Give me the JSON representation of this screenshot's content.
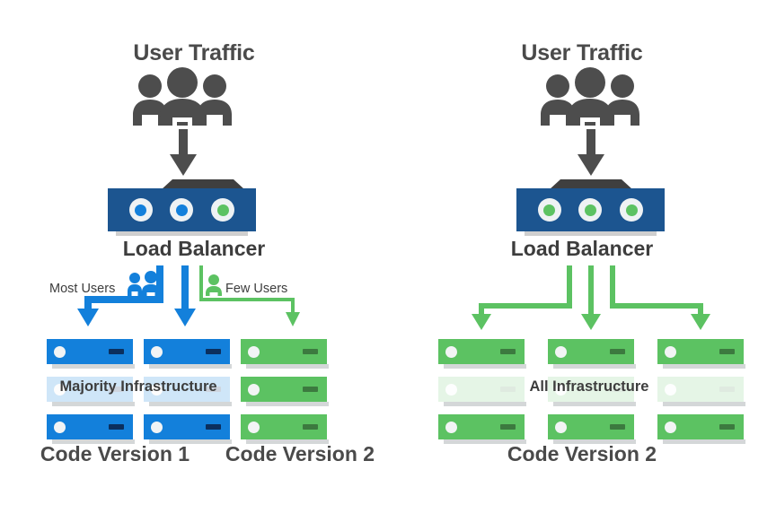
{
  "colors": {
    "blue": "#1380db",
    "blue_dark": "#1c5590",
    "green": "#5cc262",
    "gray_dark": "#4a4a4a",
    "gray_shadow": "#d4d7d8",
    "server_bar_blue": "#0b2f5e",
    "server_bar_green": "#3c7a3f",
    "background": "#ffffff"
  },
  "panels": [
    {
      "id": "canary-partial-rollout",
      "user_traffic_title": "User Traffic",
      "users_icon": "three-people-icon",
      "feed_arrow_icon": "down-arrow-icon",
      "load_balancer": {
        "label": "Load Balancer",
        "leds": [
          "blue",
          "blue",
          "green"
        ]
      },
      "flows": [
        {
          "id": "most-users",
          "label": "Most Users",
          "icon": "two-people-icon",
          "color": "blue",
          "targets": 2
        },
        {
          "id": "few-users",
          "label": "Few Users",
          "icon": "one-person-icon",
          "color": "green",
          "targets": 1
        }
      ],
      "infrastructure_bands": [
        {
          "id": "majority-infrastructure",
          "label": "Majority Infrastructure",
          "color": "blue"
        }
      ],
      "server_columns": [
        {
          "id": "v1-col-1",
          "color": "blue",
          "count": 3
        },
        {
          "id": "v1-col-2",
          "color": "blue",
          "count": 3
        },
        {
          "id": "v2-col-1",
          "color": "green",
          "count": 3
        }
      ],
      "version_labels": [
        {
          "id": "code-version-1",
          "text": "Code Version 1"
        },
        {
          "id": "code-version-2",
          "text": "Code Version 2"
        }
      ]
    },
    {
      "id": "full-rollout",
      "user_traffic_title": "User Traffic",
      "users_icon": "three-people-icon",
      "feed_arrow_icon": "down-arrow-icon",
      "load_balancer": {
        "label": "Load Balancer",
        "leds": [
          "green",
          "green",
          "green"
        ]
      },
      "flows": [
        {
          "id": "all-users",
          "label": "",
          "icon": "",
          "color": "green",
          "targets": 3
        }
      ],
      "infrastructure_bands": [
        {
          "id": "all-infrastructure",
          "label": "All Infrastructure",
          "color": "green"
        }
      ],
      "server_columns": [
        {
          "id": "v2-all-col-1",
          "color": "green",
          "count": 3
        },
        {
          "id": "v2-all-col-2",
          "color": "green",
          "count": 3
        },
        {
          "id": "v2-all-col-3",
          "color": "green",
          "count": 3
        }
      ],
      "version_labels": [
        {
          "id": "code-version-2-all",
          "text": "Code Version 2"
        }
      ]
    }
  ]
}
